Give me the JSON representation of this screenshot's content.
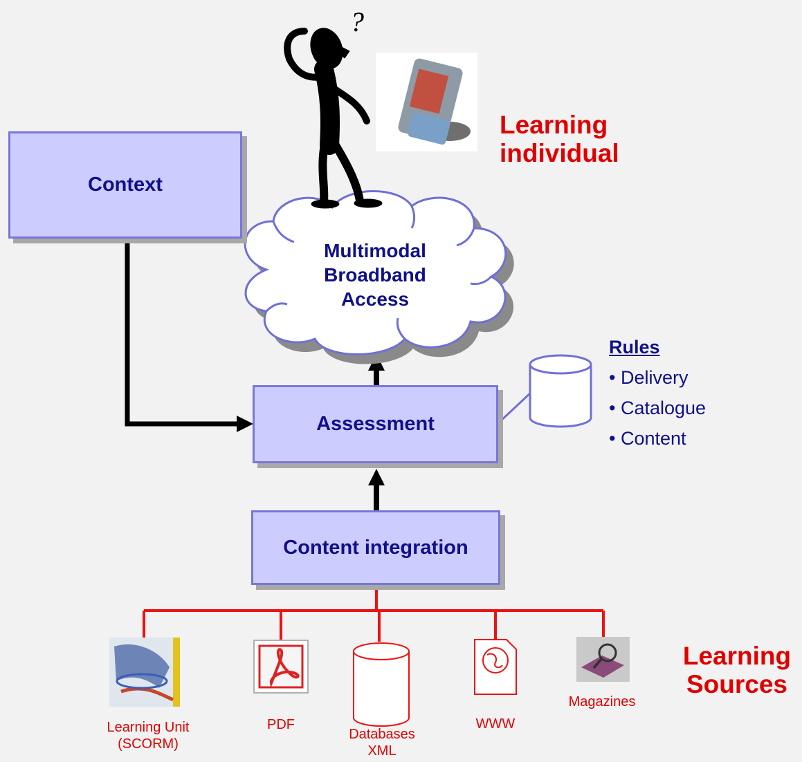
{
  "boxes": {
    "context": "Context",
    "assessment": "Assessment",
    "content_integration": "Content integration"
  },
  "cloud": {
    "line1": "Multimodal",
    "line2": "Broadband",
    "line3": "Access"
  },
  "learning_individual": {
    "line1": "Learning",
    "line2": "individual"
  },
  "learning_sources": {
    "line1": "Learning",
    "line2": "Sources"
  },
  "rules": {
    "heading": "Rules",
    "items": [
      "• Delivery",
      "• Catalogue",
      "• Content"
    ]
  },
  "sources": {
    "learning_unit": {
      "line1": "Learning Unit",
      "line2": "(SCORM)"
    },
    "pdf": "PDF",
    "databases": {
      "line1": "Databases",
      "line2": "XML"
    },
    "www": "WWW",
    "magazines": "Magazines"
  },
  "colors": {
    "background": "#f2f2f2",
    "box_fill": "#ccccff",
    "box_border": "#7777dd",
    "text_navy": "#10108a",
    "accent_red": "#e10000"
  },
  "icons": [
    "thinking-person-icon",
    "mobile-phone-icon",
    "database-cylinder-icon",
    "scorm-unit-icon",
    "pdf-icon",
    "www-document-icon",
    "magazine-icon"
  ]
}
